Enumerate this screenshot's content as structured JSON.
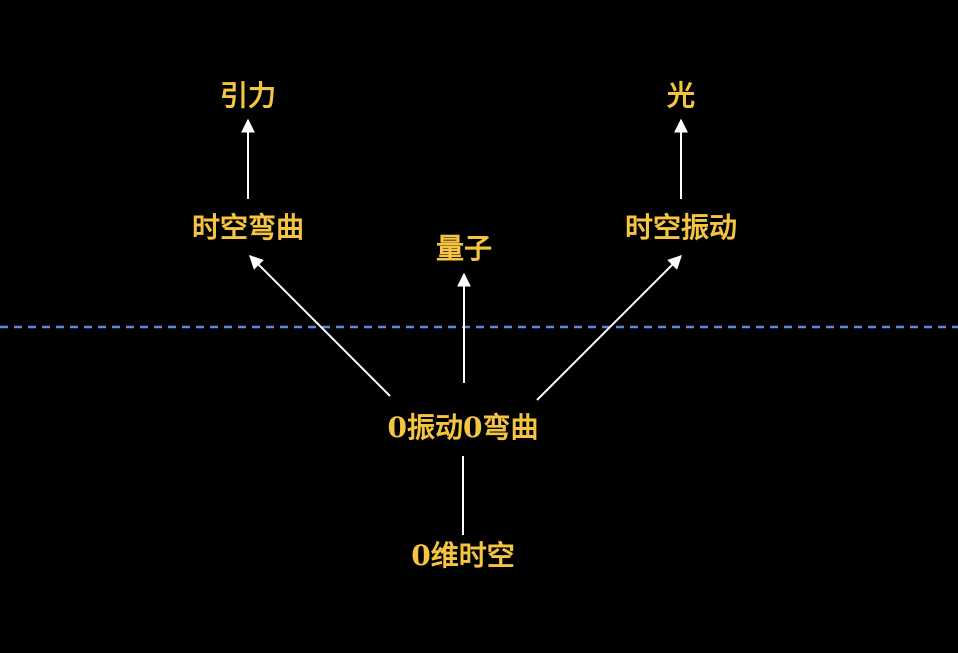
{
  "diagram": {
    "colors": {
      "background": "#000000",
      "label": "#F5C542",
      "arrow": "#FFFFFF",
      "divider": "#5B8BD9"
    },
    "nodes": {
      "spacetime_0d": "0维时空",
      "zero_vibration_zero_curvature": "0振动0弯曲",
      "quantum": "量子",
      "spacetime_curvature": "时空弯曲",
      "spacetime_vibration": "时空振动",
      "gravity": "引力",
      "light": "光"
    },
    "edges": [
      {
        "from": "spacetime_0d",
        "to": "zero_vibration_zero_curvature",
        "style": "line"
      },
      {
        "from": "zero_vibration_zero_curvature",
        "to": "spacetime_curvature",
        "style": "arrow"
      },
      {
        "from": "zero_vibration_zero_curvature",
        "to": "quantum",
        "style": "arrow"
      },
      {
        "from": "zero_vibration_zero_curvature",
        "to": "spacetime_vibration",
        "style": "arrow"
      },
      {
        "from": "spacetime_curvature",
        "to": "gravity",
        "style": "arrow"
      },
      {
        "from": "spacetime_vibration",
        "to": "light",
        "style": "arrow"
      }
    ],
    "divider": "dashed horizontal line"
  }
}
